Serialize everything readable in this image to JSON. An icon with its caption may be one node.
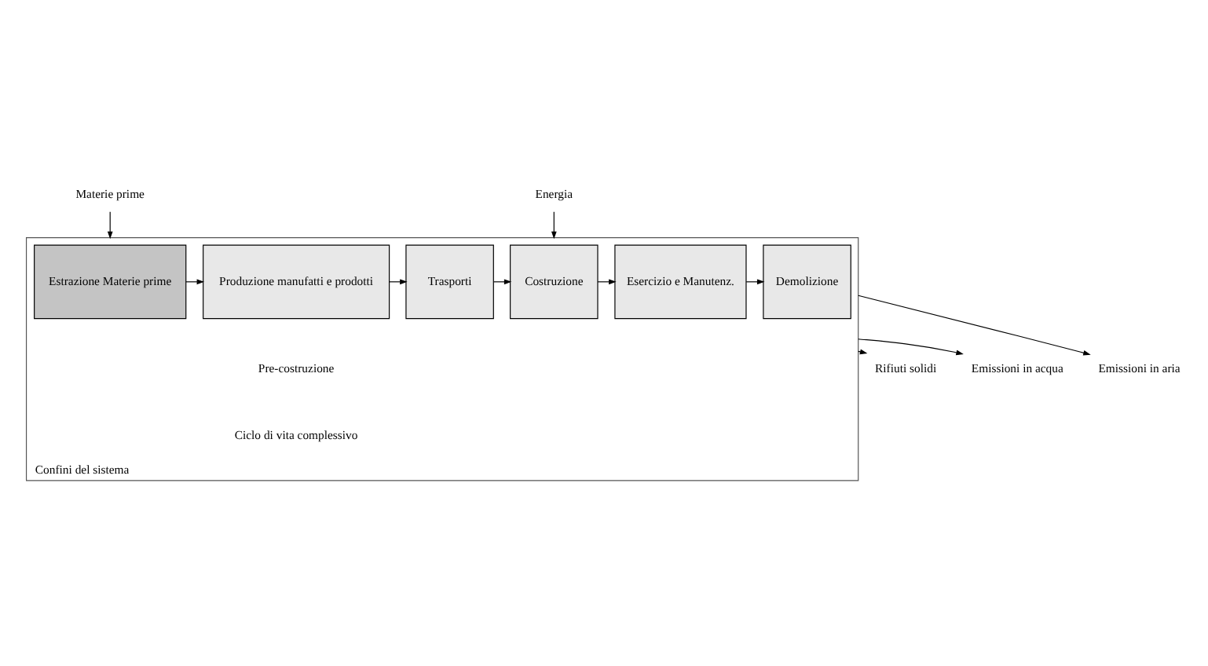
{
  "diagram": {
    "nodes": [
      {
        "text": [
          "Confini del sistema"
        ]
      },
      {
        "text": [
          "Estrazione Materie prime"
        ],
        "in": 0
      },
      {
        "text": [
          "Produzione manufatti e prodotti"
        ],
        "in": 0
      },
      {
        "text": [
          "Trasporti"
        ],
        "in": 0
      },
      {
        "text": [
          "Costruzione"
        ],
        "in": 0
      },
      {
        "text": [
          "Esercizio e Manutenz."
        ],
        "in": 0
      },
      {
        "text": [
          "Demolizione"
        ],
        "in": 0
      },
      {
        "text": [
          "Materie prime"
        ]
      },
      {
        "text": [
          "Energia"
        ]
      },
      {
        "text": [
          "Rifiuti solidi"
        ]
      },
      {
        "text": [
          "Emissioni in acqua"
        ]
      },
      {
        "text": [
          "Emissioni in aria"
        ]
      }
    ],
    "edges": [
      {
        "from": 1,
        "to": 2,
        "arrow": "to"
      },
      {
        "from": 2,
        "to": 3,
        "arrow": "to"
      },
      {
        "from": 3,
        "to": 4,
        "arrow": "to"
      },
      {
        "from": 4,
        "to": 5,
        "arrow": "to"
      },
      {
        "from": 5,
        "to": 6,
        "arrow": "to"
      },
      {
        "from": 7,
        "to": 0,
        "arrow": "to"
      },
      {
        "from": 8,
        "to": 0,
        "arrow": "to"
      },
      {
        "from": 0,
        "to": 9,
        "arrow": "to"
      },
      {
        "from": 0,
        "to": 10,
        "arrow": "to"
      },
      {
        "from": 0,
        "to": 11,
        "arrow": "to"
      }
    ],
    "labels": [
      "Pre-costruzione",
      "Ciclo di vita complessivo"
    ]
  }
}
